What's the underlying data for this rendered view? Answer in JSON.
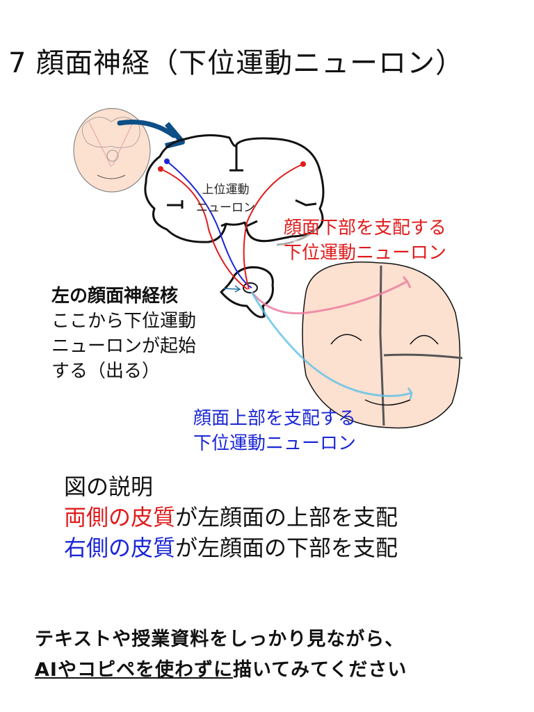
{
  "title": "7 顔面神経（下位運動ニューロン）",
  "diagram": {
    "upper_label_line1": "上位運動",
    "upper_label_line2": "ニューロン",
    "red_label_line1": "顔面下部を支配する",
    "red_label_line2": "下位運動ニューロン",
    "blue_label_line1": "顔面上部を支配する",
    "blue_label_line2": "下位運動ニューロン",
    "nucleus_title": "左の顔面神経核",
    "nucleus_line1": "ここから下位運動",
    "nucleus_line2": "ニューロンが起始",
    "nucleus_line3": "する（出る）"
  },
  "legend": {
    "heading": "図の説明",
    "line1_colored": "両側の皮質",
    "line1_rest": "が左顔面の上部を支配",
    "line2_colored": "右側の皮質",
    "line2_rest": "が左顔面の下部を支配"
  },
  "footer": {
    "line1": "テキストや授業資料をしっかり見ながら、",
    "line2_underlined": "AIやコピペを使わずに",
    "line2_rest": "描いてみてください"
  },
  "colors": {
    "red": "#e01b1b",
    "blue": "#1a26d6",
    "skin": "#fce0d0",
    "arrow": "#0d4f86",
    "pink": "#ec7fa0",
    "cyan": "#5cc0e6"
  }
}
